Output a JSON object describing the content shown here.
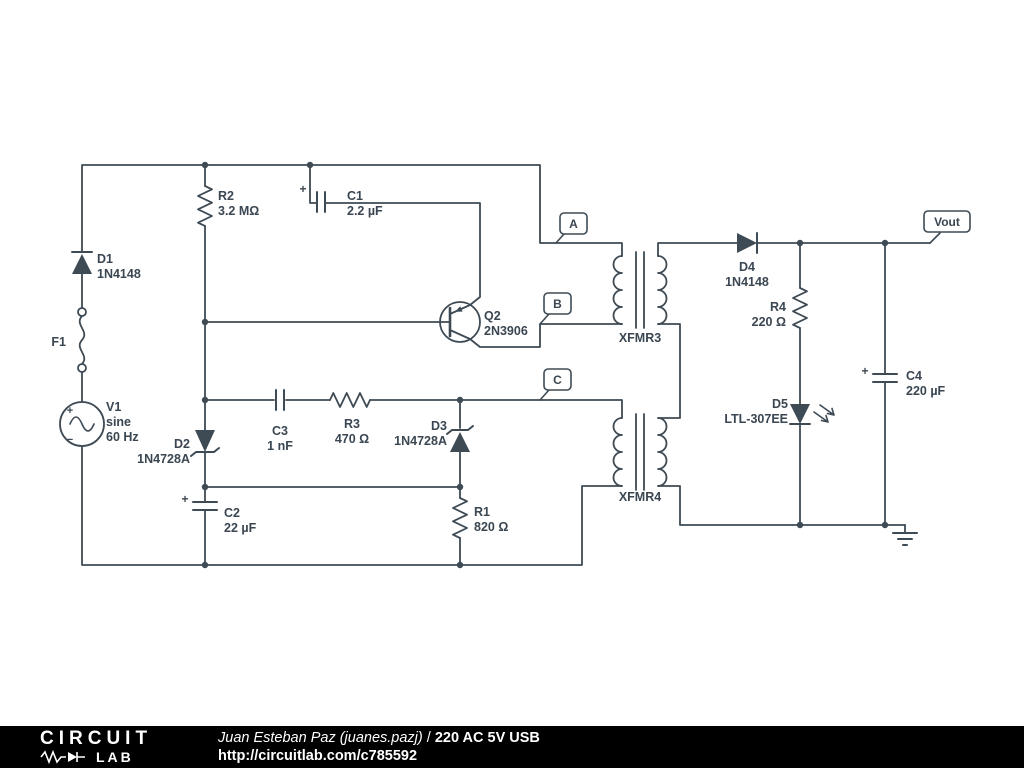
{
  "footer": {
    "logo_line1": "CIRCUIT",
    "logo_line2": "LAB",
    "author": "Juan Esteban Paz (juanes.pazj)",
    "separator": " / ",
    "circuit_title": "220 AC 5V USB",
    "url": "http://circuitlab.com/c785592"
  },
  "flags": {
    "a": "A",
    "b": "B",
    "c": "C",
    "vout": "Vout"
  },
  "symbols": {
    "plus": "+",
    "minus": "−"
  },
  "components": {
    "d1": {
      "name": "D1",
      "value": "1N4148"
    },
    "f1": {
      "name": "F1"
    },
    "v1": {
      "name": "V1",
      "value": "sine",
      "extra": "60 Hz"
    },
    "r2": {
      "name": "R2",
      "value": "3.2 MΩ"
    },
    "c1": {
      "name": "C1",
      "value": "2.2 µF"
    },
    "q2": {
      "name": "Q2",
      "value": "2N3906"
    },
    "c3": {
      "name": "C3",
      "value": "1 nF"
    },
    "r3": {
      "name": "R3",
      "value": "470 Ω"
    },
    "d2": {
      "name": "D2",
      "value": "1N4728A"
    },
    "d3": {
      "name": "D3",
      "value": "1N4728A"
    },
    "c2": {
      "name": "C2",
      "value": "22 µF"
    },
    "r1": {
      "name": "R1",
      "value": "820 Ω"
    },
    "xfmr3": {
      "name": "XFMR3"
    },
    "xfmr4": {
      "name": "XFMR4"
    },
    "d4": {
      "name": "D4",
      "value": "1N4148"
    },
    "r4": {
      "name": "R4",
      "value": "220 Ω"
    },
    "d5": {
      "name": "D5",
      "value": "LTL-307EE"
    },
    "c4": {
      "name": "C4",
      "value": "220 µF"
    }
  }
}
